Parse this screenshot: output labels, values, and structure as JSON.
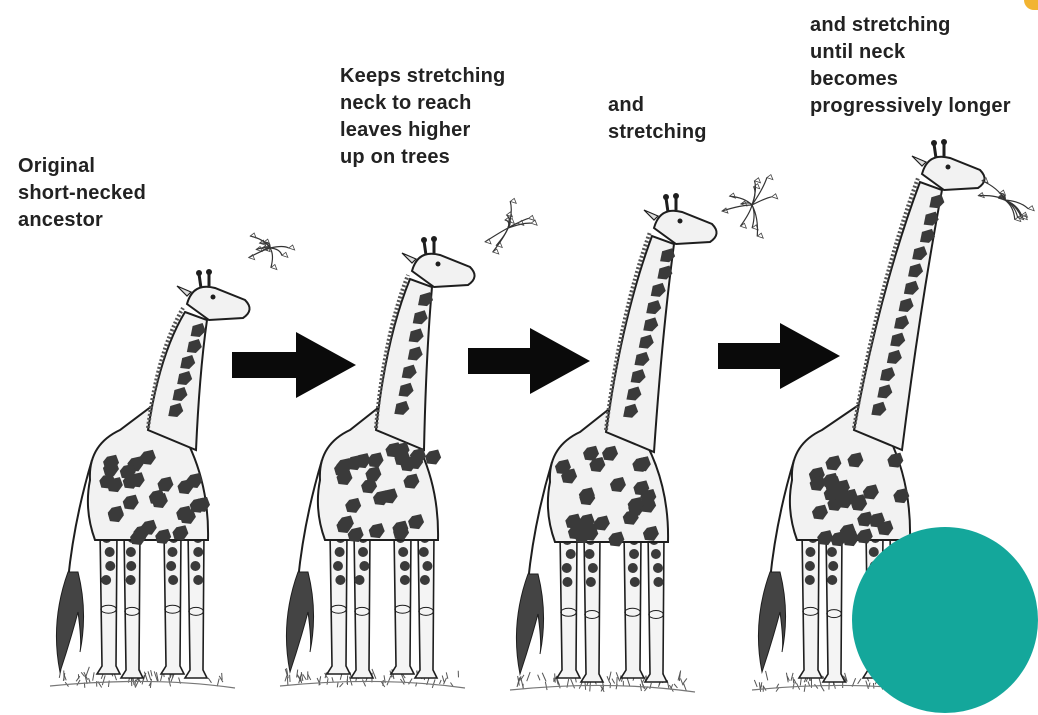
{
  "stages": [
    {
      "caption": "Original\nshort-necked\nancestor"
    },
    {
      "caption": "Keeps stretching\nneck to reach\nleaves higher\nup on trees"
    },
    {
      "caption": "and\nstretching"
    },
    {
      "caption": "and stretching\nuntil neck\nbecomes\nprogressively longer"
    }
  ],
  "colors": {
    "text": "#222222",
    "arrow": "#0a0a0a",
    "outline": "#1e1e1e",
    "patch": "#3a3a3a",
    "accent_circle": "#14a79b",
    "corner_accent": "#f2b431"
  },
  "icons": {
    "arrow": "right-arrow-icon",
    "giraffe": "giraffe-drawing",
    "leaves": "leaf-branch-icon"
  }
}
